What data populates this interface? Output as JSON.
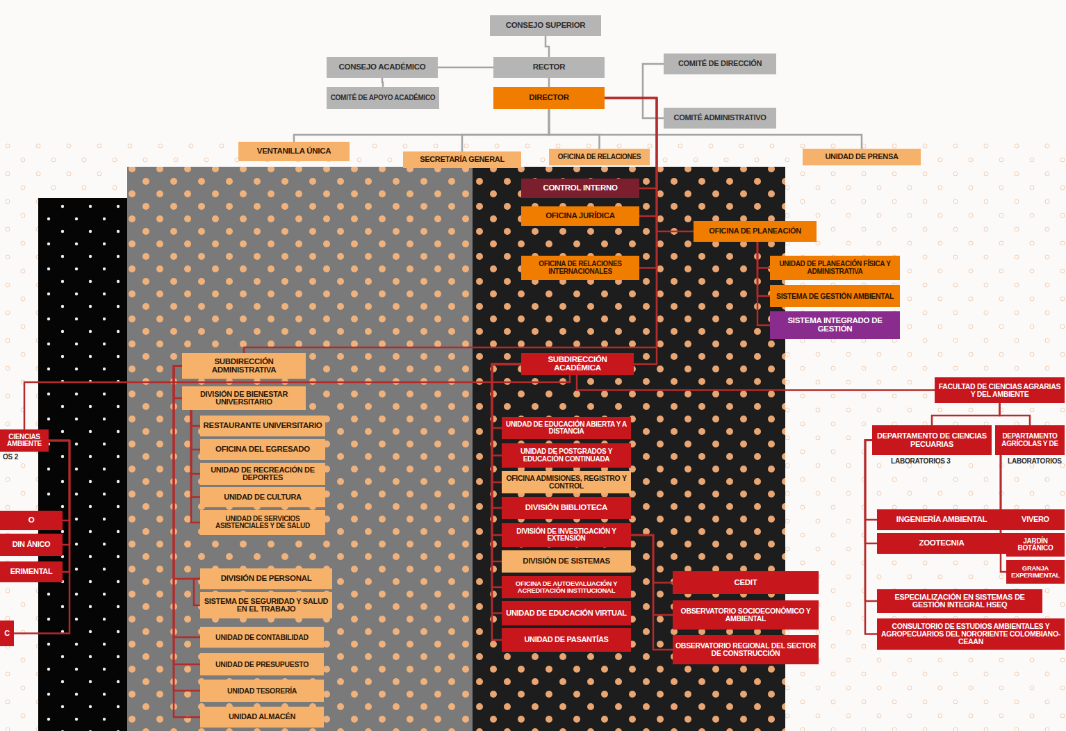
{
  "diagram": {
    "nodes": [
      {
        "text": [
          "CONSEJO SUPERIOR"
        ]
      },
      {
        "text": [
          "RECTOR"
        ]
      },
      {
        "text": [
          "CONSEJO ACADÉMICO"
        ]
      },
      {
        "text": [
          "COMITÉ DE APOYO ACADÉMICO"
        ]
      },
      {
        "text": [
          "DIRECTOR"
        ]
      },
      {
        "text": [
          "COMITÉ DE DIRECCIÓN"
        ]
      },
      {
        "text": [
          "COMITÉ ADMINISTRATIVO"
        ]
      },
      {
        "text": [
          "VENTANILLA ÚNICA"
        ]
      },
      {
        "text": [
          "SECRETARÍA GENERAL"
        ]
      },
      {
        "text": [
          "OFICINA DE RELACIONES"
        ]
      },
      {
        "text": [
          "UNIDAD DE PRENSA"
        ]
      },
      {
        "text": [
          "CONTROL INTERNO"
        ]
      },
      {
        "text": [
          "OFICINA JURÍDICA"
        ]
      },
      {
        "text": [
          "OFICINA DE PLANEACIÓN"
        ]
      },
      {
        "text": [
          "OFICINA DE RELACIONES INTERNACIONALES"
        ]
      },
      {
        "text": [
          "UNIDAD DE PLANEACIÓN FÍSICA Y ADMINISTRATIVA"
        ]
      },
      {
        "text": [
          "SISTEMA DE GESTIÓN AMBIENTAL"
        ]
      },
      {
        "text": [
          "SISTEMA INTEGRADO DE GESTIÓN"
        ]
      },
      {
        "text": [
          "SUBDIRECCIÓN ADMINISTRATIVA"
        ]
      },
      {
        "text": [
          "SUBDIRECCIÓN ACADÉMICA"
        ]
      },
      {
        "text": [
          "DIVISIÓN DE BIENESTAR UNIVERSITARIO"
        ]
      },
      {
        "text": [
          "RESTAURANTE UNIVERSITARIO"
        ]
      },
      {
        "text": [
          "OFICINA DEL EGRESADO"
        ]
      },
      {
        "text": [
          "UNIDAD DE RECREACIÓN DE DEPORTES"
        ]
      },
      {
        "text": [
          "UNIDAD DE CULTURA"
        ]
      },
      {
        "text": [
          "UNIDAD DE SERVICIOS ASISTENCIALES Y DE SALUD"
        ]
      },
      {
        "text": [
          "DIVISIÓN DE PERSONAL"
        ]
      },
      {
        "text": [
          "SISTEMA DE SEGURIDAD Y SALUD EN EL TRABAJO"
        ]
      },
      {
        "text": [
          "UNIDAD DE CONTABILIDAD"
        ]
      },
      {
        "text": [
          "UNIDAD DE PRESUPUESTO"
        ]
      },
      {
        "text": [
          "UNIDAD TESORERÍA"
        ]
      },
      {
        "text": [
          "UNIDAD ALMACÉN"
        ]
      },
      {
        "text": [
          "UNIDAD DE EDUCACIÓN ABIERTA Y A DISTANCIA"
        ]
      },
      {
        "text": [
          "UNIDAD DE POSTGRADOS Y EDUCACIÓN CONTINUADA"
        ]
      },
      {
        "text": [
          "OFICINA ADMISIONES, REGISTRO Y CONTROL"
        ]
      },
      {
        "text": [
          "DIVISIÓN BIBLIOTECA"
        ]
      },
      {
        "text": [
          "DIVISIÓN DE INVESTIGACIÓN Y EXTENSIÓN"
        ]
      },
      {
        "text": [
          "DIVISIÓN DE SISTEMAS"
        ]
      },
      {
        "text": [
          "OFICINA DE AUTOEVALUACIÓN Y ACREDITACIÓN INSTITUCIONAL"
        ]
      },
      {
        "text": [
          "UNIDAD DE EDUCACIÓN VIRTUAL"
        ]
      },
      {
        "text": [
          "UNIDAD DE PASANTÍAS"
        ]
      },
      {
        "text": [
          "CEDIT"
        ]
      },
      {
        "text": [
          "OBSERVATORIO SOCIOECONÓMICO Y AMBIENTAL"
        ]
      },
      {
        "text": [
          "OBSERVATORIO REGIONAL DEL SECTOR DE CONSTRUCCIÓN"
        ]
      },
      {
        "text": [
          "FACULTAD DE CIENCIAS AGRARIAS Y DEL AMBIENTE"
        ]
      },
      {
        "text": [
          "DEPARTAMENTO DE CIENCIAS PECUARIAS"
        ]
      },
      {
        "text": [
          "DEPARTAMENTO AGRÍCOLAS Y DE"
        ]
      },
      {
        "text": [
          "INGENIERÍA AMBIENTAL"
        ]
      },
      {
        "text": [
          "ZOOTECNIA"
        ]
      },
      {
        "text": [
          "VIVERO"
        ]
      },
      {
        "text": [
          "JARDÍN BOTÁNICO"
        ]
      },
      {
        "text": [
          "GRANJA EXPERIMENTAL"
        ]
      },
      {
        "text": [
          "ESPECIALIZACIÓN EN SISTEMAS DE GESTIÓN INTEGRAL HSEQ"
        ]
      },
      {
        "text": [
          "CONSULTORIO DE ESTUDIOS AMBIENTALES Y AGROPECUARIOS DEL NORORIENTE COLOMBIANO-CEAAN"
        ]
      },
      {
        "text": [
          "CIENCIAS AMBIENTE"
        ]
      },
      {
        "text": [
          "O"
        ]
      },
      {
        "text": [
          "DIN ÁNICO"
        ]
      },
      {
        "text": [
          "ERIMENTAL"
        ]
      },
      {
        "text": [
          "C"
        ]
      }
    ],
    "edges": [
      {
        "from": 0,
        "to": 1,
        "arrow": "none"
      },
      {
        "from": 1,
        "to": 2,
        "arrow": "none"
      },
      {
        "from": 2,
        "to": 3,
        "arrow": "none"
      },
      {
        "from": 1,
        "to": 4,
        "arrow": "none"
      },
      {
        "from": 4,
        "to": 5,
        "arrow": "none"
      },
      {
        "from": 4,
        "to": 6,
        "arrow": "none"
      },
      {
        "from": 4,
        "to": 7,
        "arrow": "none"
      },
      {
        "from": 4,
        "to": 8,
        "arrow": "none"
      },
      {
        "from": 4,
        "to": 9,
        "arrow": "none"
      },
      {
        "from": 4,
        "to": 10,
        "arrow": "none"
      },
      {
        "from": 4,
        "to": 11,
        "arrow": "none"
      },
      {
        "from": 4,
        "to": 12,
        "arrow": "none"
      },
      {
        "from": 4,
        "to": 13,
        "arrow": "none"
      },
      {
        "from": 4,
        "to": 14,
        "arrow": "none"
      },
      {
        "from": 13,
        "to": 15,
        "arrow": "none"
      },
      {
        "from": 13,
        "to": 16,
        "arrow": "none"
      },
      {
        "from": 13,
        "to": 17,
        "arrow": "none"
      },
      {
        "from": 4,
        "to": 18,
        "arrow": "none"
      },
      {
        "from": 4,
        "to": 19,
        "arrow": "none"
      },
      {
        "from": 18,
        "to": 20,
        "arrow": "none"
      },
      {
        "from": 20,
        "to": 21,
        "arrow": "none"
      },
      {
        "from": 20,
        "to": 22,
        "arrow": "none"
      },
      {
        "from": 20,
        "to": 23,
        "arrow": "none"
      },
      {
        "from": 20,
        "to": 24,
        "arrow": "none"
      },
      {
        "from": 20,
        "to": 25,
        "arrow": "none"
      },
      {
        "from": 18,
        "to": 26,
        "arrow": "none"
      },
      {
        "from": 26,
        "to": 27,
        "arrow": "none"
      },
      {
        "from": 18,
        "to": 28,
        "arrow": "none"
      },
      {
        "from": 18,
        "to": 29,
        "arrow": "none"
      },
      {
        "from": 18,
        "to": 30,
        "arrow": "none"
      },
      {
        "from": 18,
        "to": 31,
        "arrow": "none"
      },
      {
        "from": 19,
        "to": 32,
        "arrow": "none"
      },
      {
        "from": 19,
        "to": 33,
        "arrow": "none"
      },
      {
        "from": 19,
        "to": 34,
        "arrow": "none"
      },
      {
        "from": 19,
        "to": 35,
        "arrow": "none"
      },
      {
        "from": 19,
        "to": 36,
        "arrow": "none"
      },
      {
        "from": 19,
        "to": 37,
        "arrow": "none"
      },
      {
        "from": 19,
        "to": 38,
        "arrow": "none"
      },
      {
        "from": 19,
        "to": 39,
        "arrow": "none"
      },
      {
        "from": 19,
        "to": 40,
        "arrow": "none"
      },
      {
        "from": 36,
        "to": 41,
        "arrow": "none"
      },
      {
        "from": 36,
        "to": 42,
        "arrow": "none"
      },
      {
        "from": 36,
        "to": 43,
        "arrow": "none"
      },
      {
        "from": 19,
        "to": 44,
        "arrow": "none"
      },
      {
        "from": 44,
        "to": 45,
        "arrow": "none"
      },
      {
        "from": 44,
        "to": 46,
        "arrow": "none"
      },
      {
        "from": 45,
        "to": 47,
        "arrow": "none"
      },
      {
        "from": 45,
        "to": 48,
        "arrow": "none"
      },
      {
        "from": 45,
        "to": 52,
        "arrow": "none"
      },
      {
        "from": 45,
        "to": 53,
        "arrow": "none"
      },
      {
        "from": 46,
        "to": 49,
        "arrow": "none"
      },
      {
        "from": 46,
        "to": 50,
        "arrow": "none"
      },
      {
        "from": 46,
        "to": 51,
        "arrow": "none"
      },
      {
        "from": 19,
        "to": 54,
        "arrow": "none"
      },
      {
        "from": 54,
        "to": 55,
        "arrow": "none"
      },
      {
        "from": 54,
        "to": 56,
        "arrow": "none"
      },
      {
        "from": 54,
        "to": 57,
        "arrow": "none"
      },
      {
        "from": 54,
        "to": 58,
        "arrow": "none"
      }
    ],
    "labels": [
      "LABORATORIOS 3",
      "LABORATORIOS",
      "OS 2"
    ]
  }
}
